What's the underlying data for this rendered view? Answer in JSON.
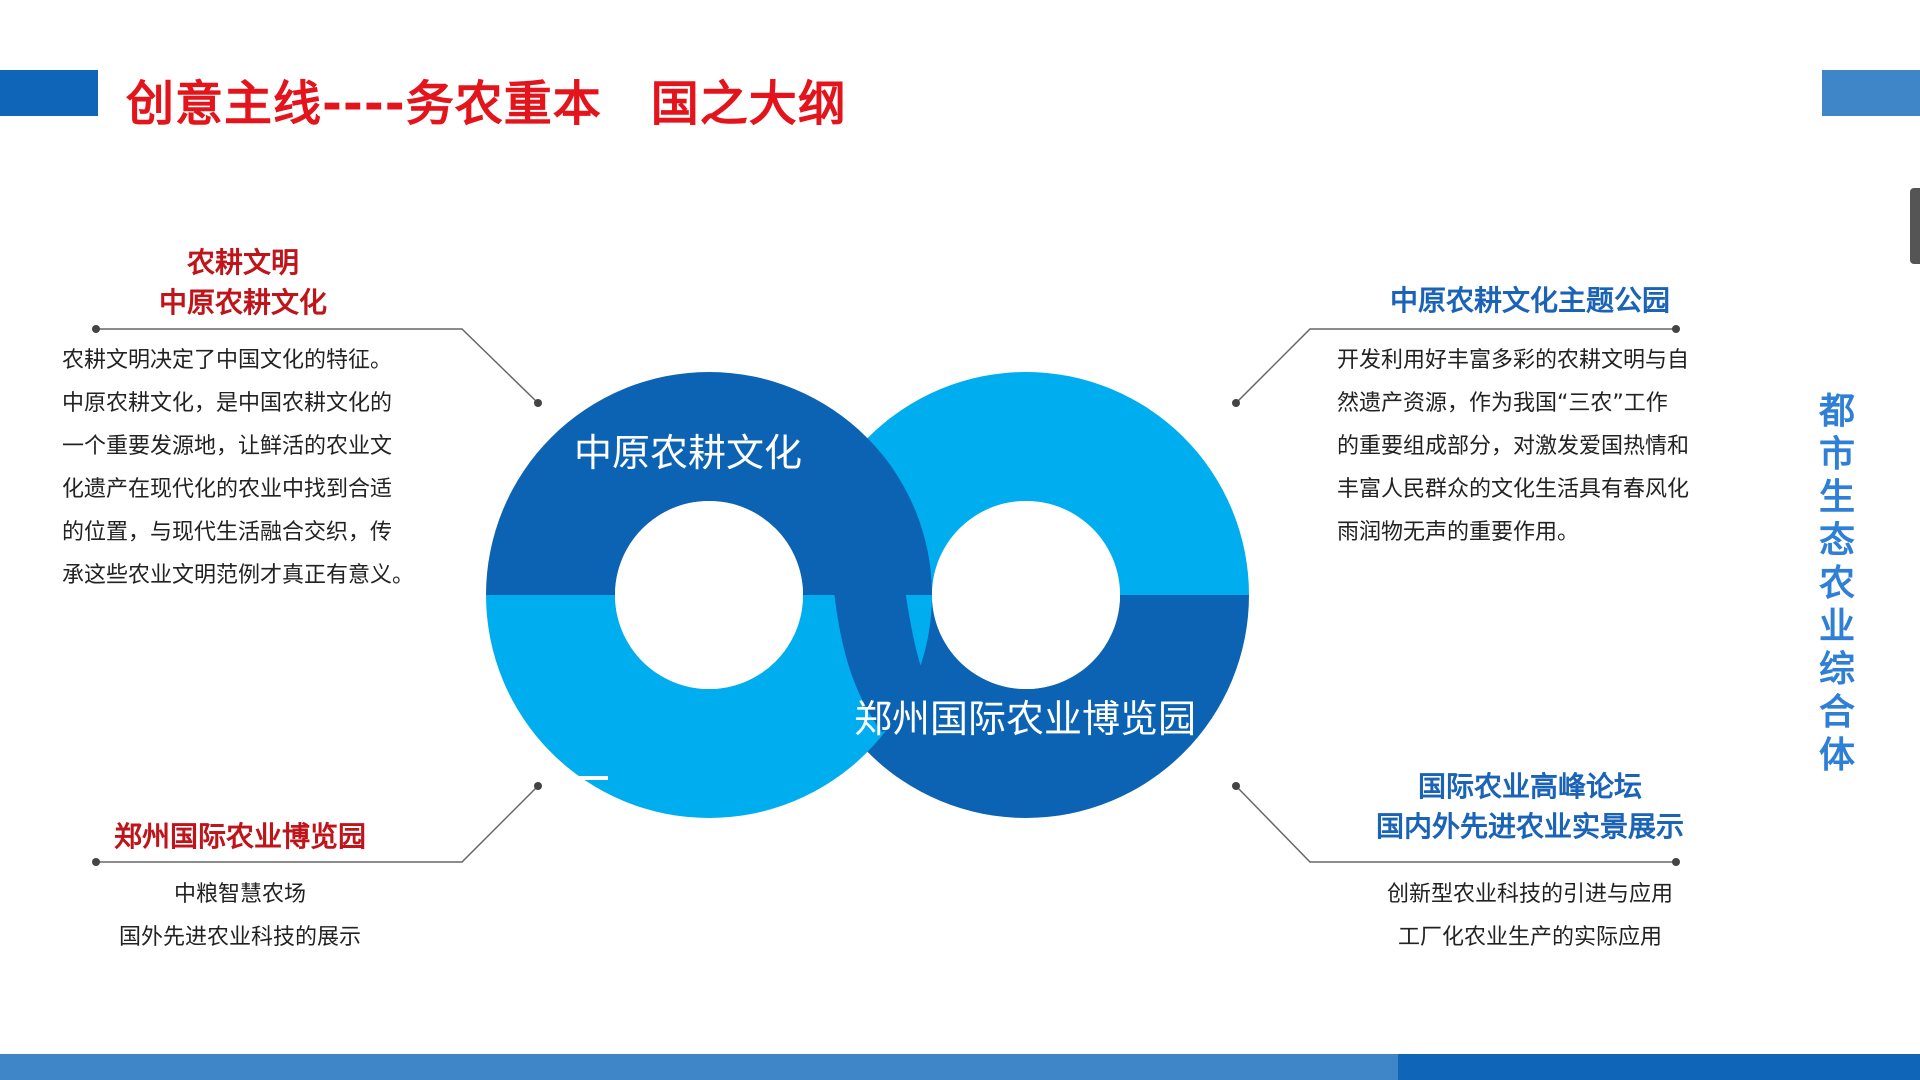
{
  "header": {
    "title": "创意主线----务农重本　国之大纲"
  },
  "side_title": [
    "都",
    "市",
    "生",
    "态",
    "农",
    "业",
    "综",
    "合",
    "体"
  ],
  "diagram": {
    "left_ring_label": "中原农耕文化",
    "right_ring_label": "郑州国际农业博览园",
    "colors": {
      "dark": "#0c63b3",
      "light": "#00adee"
    }
  },
  "top_left": {
    "heading_line1": "农耕文明",
    "heading_line2": "中原农耕文化",
    "lines": [
      "农耕文明决定了中国文化的特征。",
      "中原农耕文化，是中国农耕文化的",
      "一个重要发源地，让鲜活的农业文",
      "化遗产在现代化的农业中找到合适",
      "的位置，与现代生活融合交织，传",
      "承这些农业文明范例才真正有意义。"
    ]
  },
  "top_right": {
    "heading": "中原农耕文化主题公园",
    "lines": [
      "开发利用好丰富多彩的农耕文明与自",
      "然遗产资源，作为我国“三农”工作",
      "的重要组成部分，对激发爱国热情和",
      "丰富人民群众的文化生活具有春风化",
      "雨润物无声的重要作用。"
    ]
  },
  "bottom_left": {
    "heading": "郑州国际农业博览园",
    "lines": [
      "中粮智慧农场",
      "国外先进农业科技的展示"
    ]
  },
  "bottom_right": {
    "heading_line1": "国际农业高峰论坛",
    "heading_line2": "国内外先进农业实景展示",
    "lines": [
      "创新型农业科技的引进与应用",
      "工厂化农业生产的实际应用"
    ]
  }
}
